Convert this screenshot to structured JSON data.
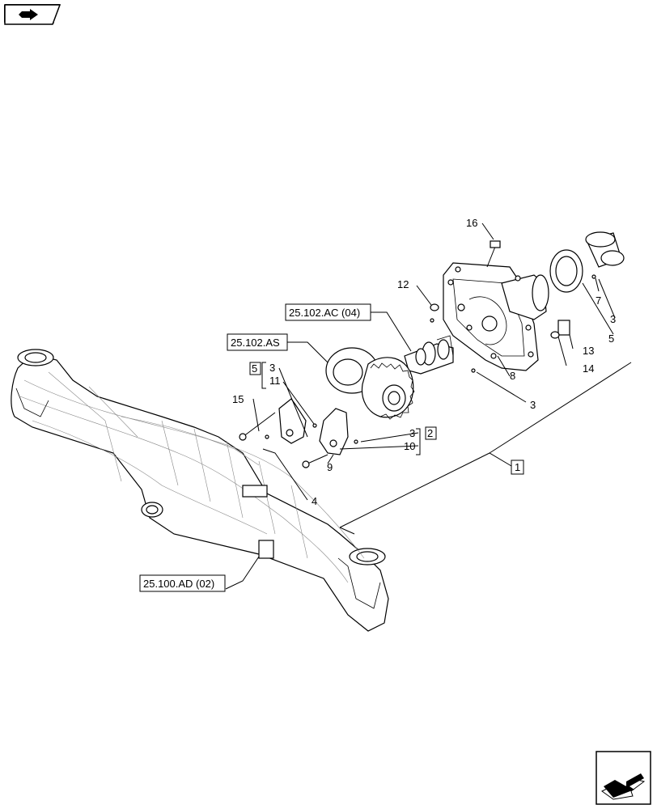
{
  "nav": {
    "prev_icon": "arrow-back-icon",
    "next_icon": "arrow-forward-icon"
  },
  "callouts": {
    "c1": "1",
    "c2": "2",
    "c3a": "3",
    "c3b": "3",
    "c3c": "3",
    "c3d": "3",
    "c4": "4",
    "c5a": "5",
    "c5b": "5",
    "c7": "7",
    "c8": "8",
    "c9": "9",
    "c10": "10",
    "c11": "11",
    "c12": "12",
    "c13": "13",
    "c14": "14",
    "c15": "15",
    "c16": "16"
  },
  "references": {
    "ref_ac": "25.102.AC (04)",
    "ref_as": "25.102.AS",
    "ref_ad": "25.100.AD (02)"
  }
}
